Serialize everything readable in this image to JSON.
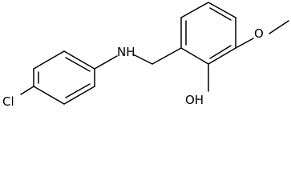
{
  "molecule": {
    "atom_labels": {
      "chlorine": "Cl",
      "amine": "NH",
      "hydroxyl": "OH"
    }
  }
}
